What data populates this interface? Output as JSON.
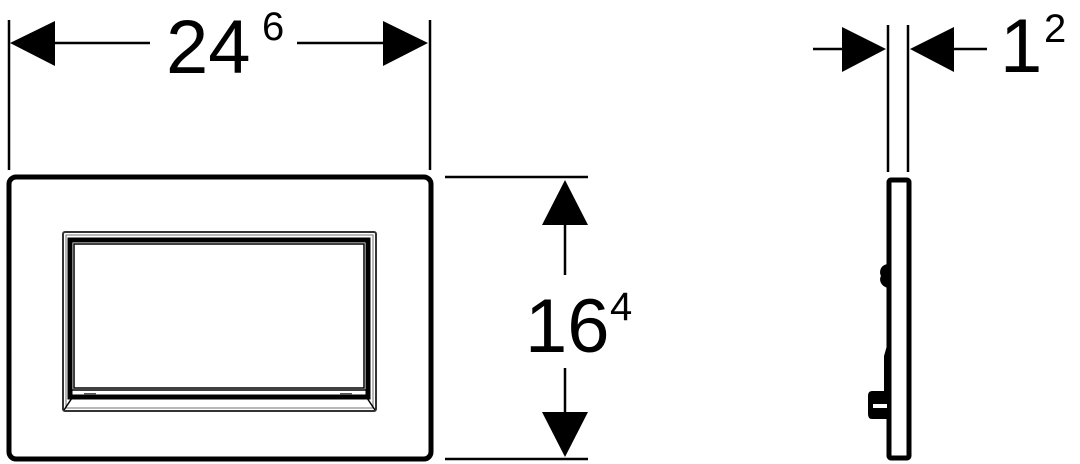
{
  "drawing": {
    "type": "technical-dimension-drawing",
    "views": [
      "front-view",
      "side-view"
    ],
    "colors": {
      "line": "#000000",
      "background": "#ffffff"
    }
  },
  "dimensions": {
    "width": {
      "main": "24",
      "sup": "6",
      "value": "24.6"
    },
    "height": {
      "main": "16",
      "sup": "4",
      "value": "16.4"
    },
    "depth": {
      "main": "1",
      "sup": "2",
      "value": "1.2"
    }
  }
}
